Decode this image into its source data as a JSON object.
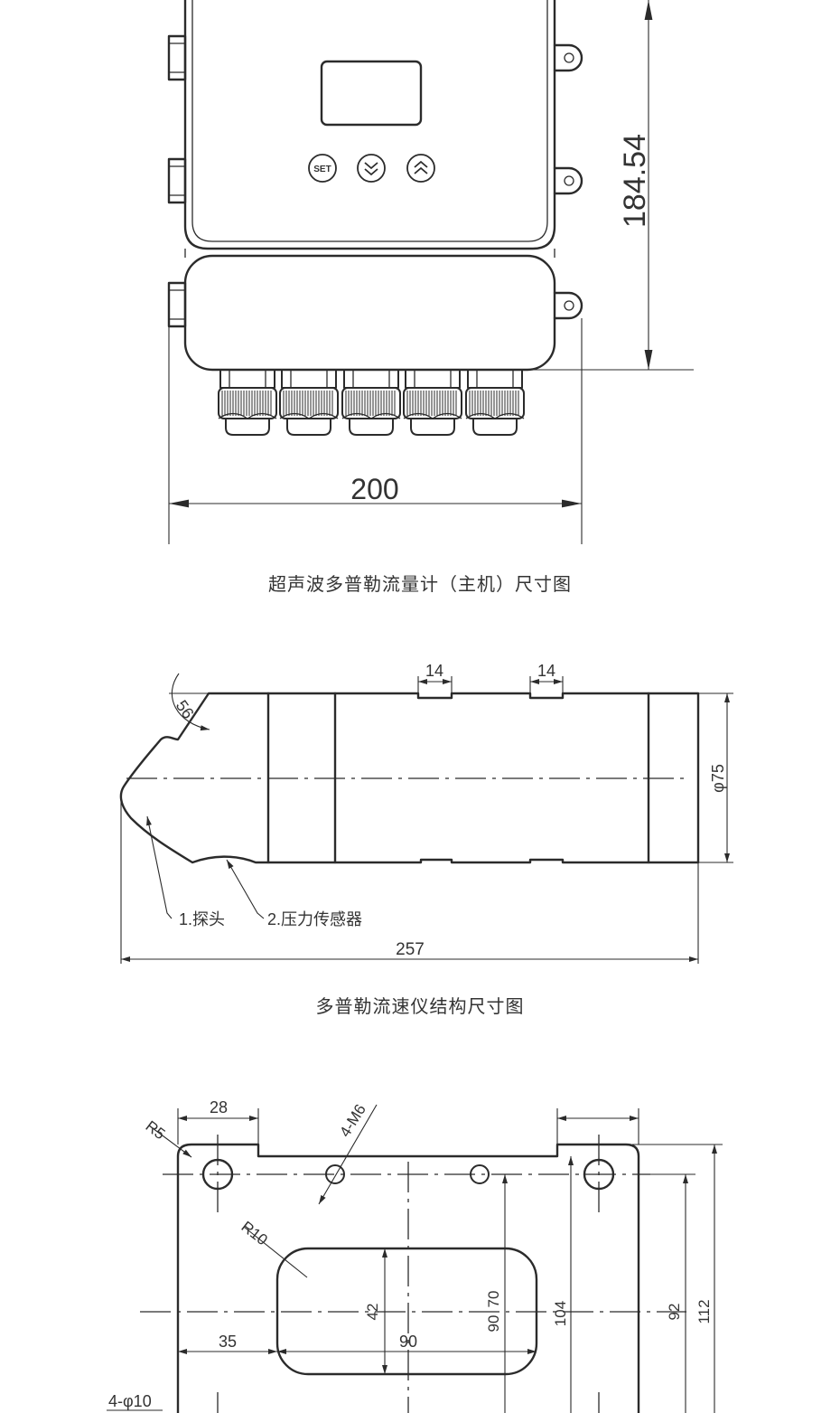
{
  "figure1": {
    "caption": "超声波多普勒流量计（主机）尺寸图",
    "width_dim": "200",
    "height_dim": "184.54",
    "button_set": "SET"
  },
  "figure2": {
    "caption": "多普勒流速仪结构尺寸图",
    "notch_dim_1": "14",
    "notch_dim_2": "14",
    "angle_dim": "56",
    "diameter_dim": "φ75",
    "length_dim": "257",
    "label_probe": "1.探头",
    "label_sensor": "2.压力传感器"
  },
  "figure3": {
    "dim_28": "28",
    "dim_r5": "R5",
    "dim_4m6": "4-M6",
    "dim_r10": "R10",
    "dim_42": "42",
    "dim_90_vertical": "90",
    "dim_70": "70",
    "dim_104": "104",
    "dim_92": "92",
    "dim_112": "112",
    "dim_35": "35",
    "dim_90_horizontal": "90",
    "dim_4phi10": "4-φ10"
  }
}
